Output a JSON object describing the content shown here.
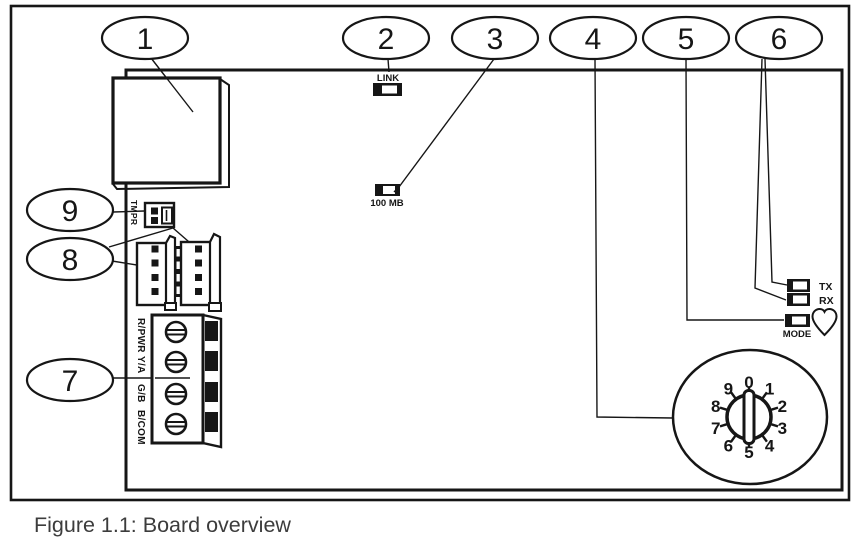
{
  "colors": {
    "ink": "#161616",
    "caption_text": "#3c3c3c",
    "background": "#ffffff"
  },
  "figure": {
    "caption": "Figure 1.1: Board overview"
  },
  "callouts": [
    "1",
    "2",
    "3",
    "4",
    "5",
    "6",
    "7",
    "8",
    "9"
  ],
  "board": {
    "ethernet_led_link": "LINK",
    "ethernet_led_speed": "100 MB",
    "led_tx": "TX",
    "led_rx": "RX",
    "led_mode": "MODE",
    "tamper_jumper": "TMPR",
    "terminal_labels": [
      "R/PWR",
      "Y/A",
      "G/B",
      "B/COM"
    ],
    "rotary_switch_digits": [
      "0",
      "1",
      "2",
      "3",
      "4",
      "5",
      "6",
      "7",
      "8",
      "9"
    ]
  }
}
